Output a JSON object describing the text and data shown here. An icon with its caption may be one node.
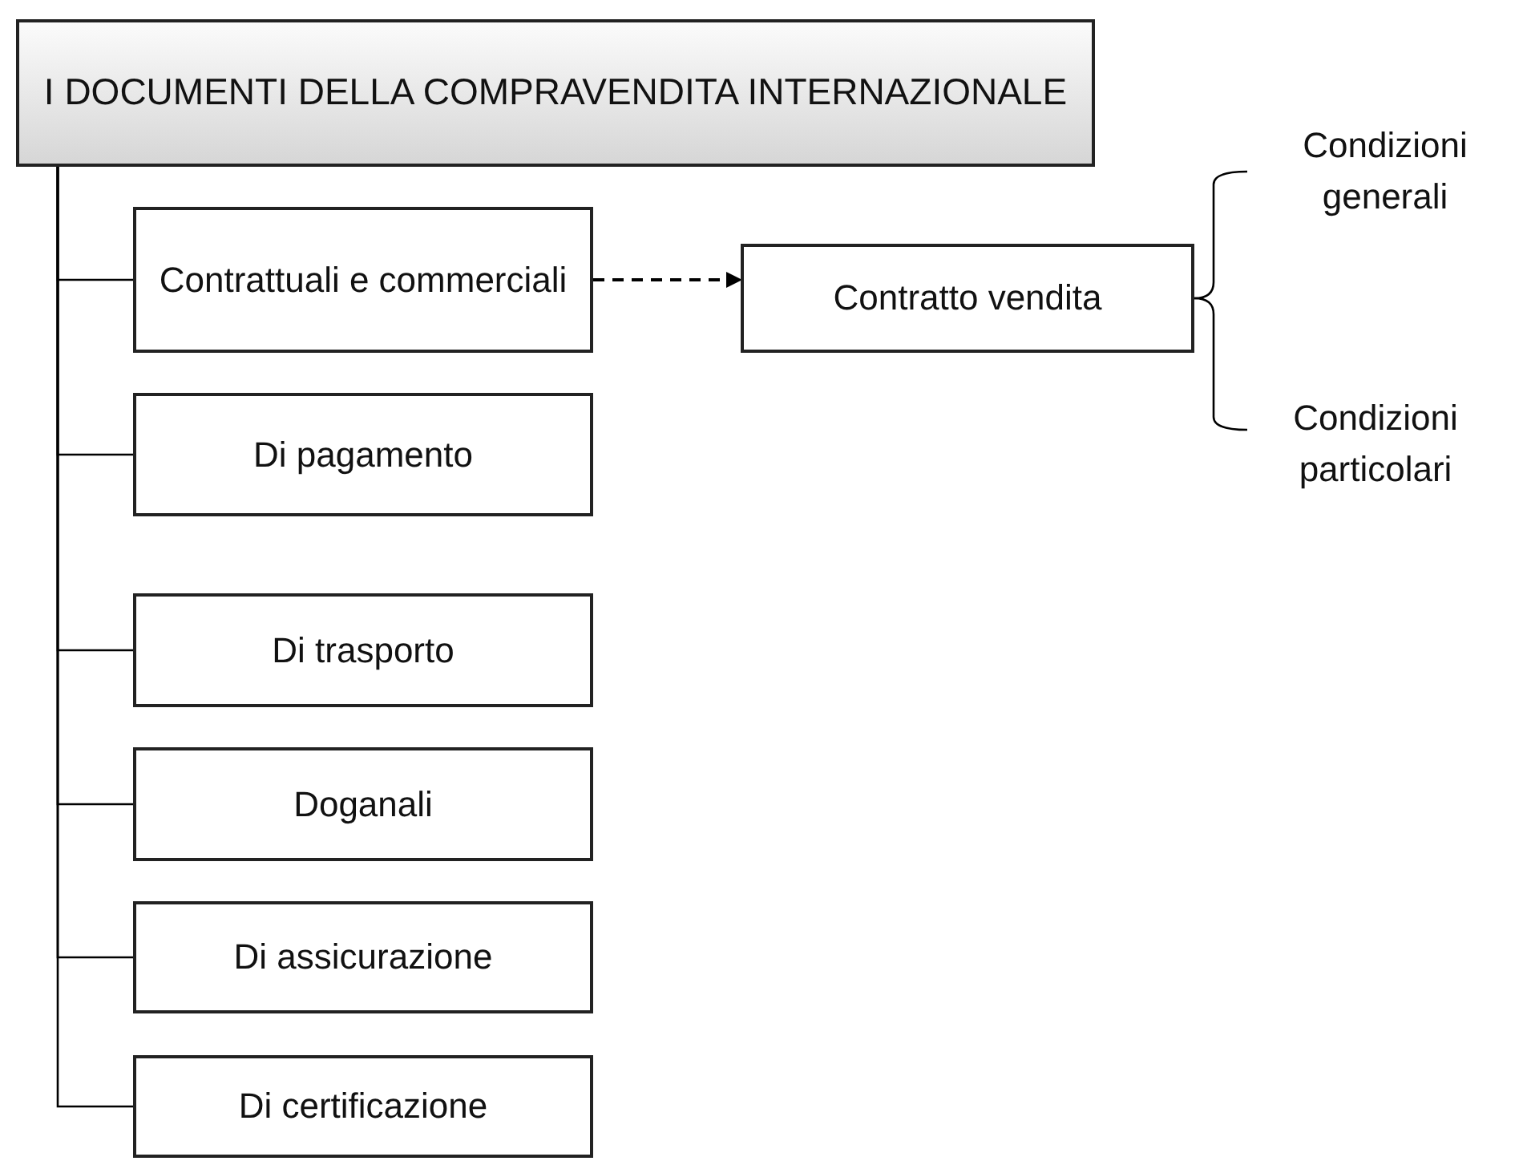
{
  "diagram": {
    "nodes": [
      {
        "text": [
          "I DOCUMENTI DELLA COMPRAVENDITA INTERNAZIONALE"
        ]
      },
      {
        "text": [
          "Contrattuali e commerciali"
        ]
      },
      {
        "text": [
          "Di pagamento"
        ]
      },
      {
        "text": [
          "Di trasporto"
        ]
      },
      {
        "text": [
          "Doganali"
        ]
      },
      {
        "text": [
          "Di assicurazione"
        ]
      },
      {
        "text": [
          "Di certificazione"
        ]
      },
      {
        "text": [
          "Contratto vendita"
        ]
      },
      {
        "text": [
          "Condizioni generali"
        ]
      },
      {
        "text": [
          "Condizioni particolari"
        ]
      }
    ],
    "edges": [
      {
        "from": 0,
        "to": 1,
        "arrow": "none"
      },
      {
        "from": 0,
        "to": 2,
        "arrow": "none"
      },
      {
        "from": 0,
        "to": 3,
        "arrow": "none"
      },
      {
        "from": 0,
        "to": 4,
        "arrow": "none"
      },
      {
        "from": 0,
        "to": 5,
        "arrow": "none"
      },
      {
        "from": 0,
        "to": 6,
        "arrow": "none"
      },
      {
        "from": 1,
        "to": 7,
        "arrow": "to",
        "style": "dashed"
      },
      {
        "from": 7,
        "to": 8,
        "arrow": "none"
      },
      {
        "from": 7,
        "to": 9,
        "arrow": "none"
      }
    ]
  }
}
